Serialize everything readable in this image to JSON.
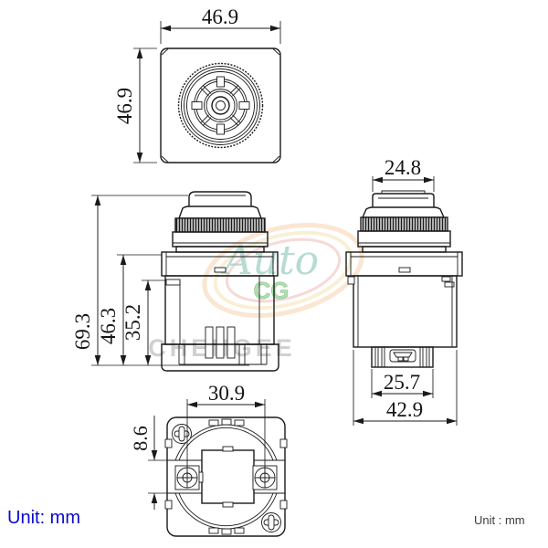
{
  "dims": {
    "top_width": "46.9",
    "top_height": "46.9",
    "total_height": "69.3",
    "housing_height": "46.3",
    "lower_height": "35.2",
    "cap_width": "24.8",
    "mount_width": "25.7",
    "body_width": "42.9",
    "screw_spacing": "30.9",
    "screw_offset": "8.6"
  },
  "watermark": {
    "script": "Auto",
    "sub": "CG",
    "brand": "CHENGEE"
  },
  "footer": {
    "unit_left": "Unit: mm",
    "unit_right": "Unit : mm"
  },
  "colors": {
    "line": "#1a1a1a",
    "unit_left_blue": "#0a0acd",
    "unit_right_gray": "#3c3c3c",
    "brand_gray": "#cdcdcd",
    "logo_teal": "#9ed0c4",
    "logo_green": "#9ed69e",
    "ring_orange": "#f6cfa6",
    "ring_yellow": "#f3e3ae",
    "ring_pink": "#f0b5ae"
  }
}
